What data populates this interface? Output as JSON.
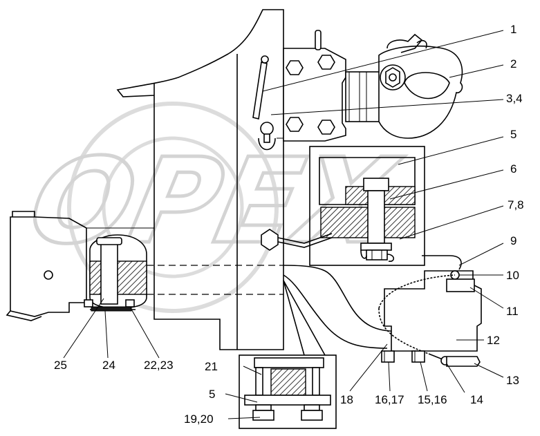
{
  "watermark": "ОРЕХ",
  "callouts": [
    {
      "id": "c1",
      "text": "1"
    },
    {
      "id": "c2",
      "text": "2"
    },
    {
      "id": "c3",
      "text": "3,4"
    },
    {
      "id": "c5a",
      "text": "5"
    },
    {
      "id": "c6",
      "text": "6"
    },
    {
      "id": "c7",
      "text": "7,8"
    },
    {
      "id": "c9",
      "text": "9"
    },
    {
      "id": "c10",
      "text": "10"
    },
    {
      "id": "c11",
      "text": "11"
    },
    {
      "id": "c12",
      "text": "12"
    },
    {
      "id": "c13",
      "text": "13"
    },
    {
      "id": "c14",
      "text": "14"
    },
    {
      "id": "c15",
      "text": "15,16"
    },
    {
      "id": "c16",
      "text": "16,17"
    },
    {
      "id": "c18",
      "text": "18"
    },
    {
      "id": "c19",
      "text": "19,20"
    },
    {
      "id": "c5b",
      "text": "5"
    },
    {
      "id": "c21",
      "text": "21"
    },
    {
      "id": "c22",
      "text": "22,23"
    },
    {
      "id": "c24",
      "text": "24"
    },
    {
      "id": "c25",
      "text": "25"
    }
  ]
}
